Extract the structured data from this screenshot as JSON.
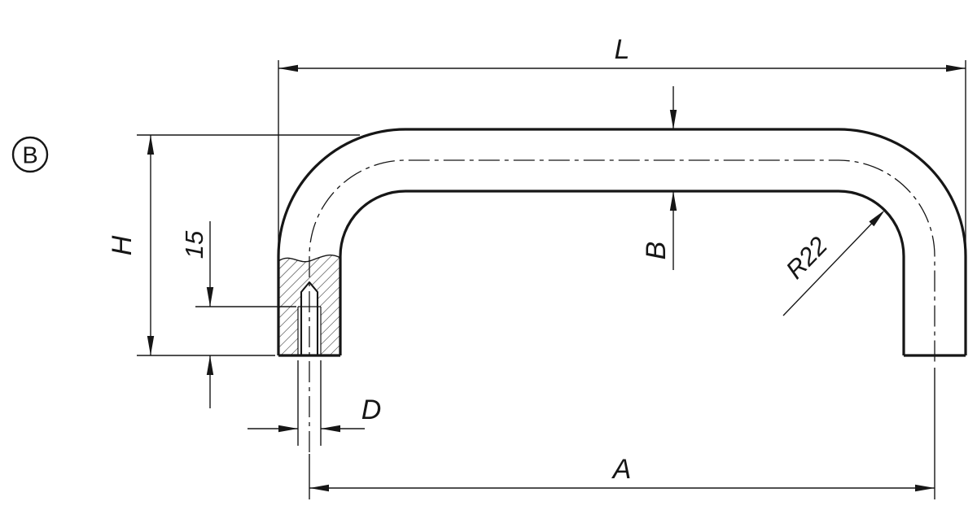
{
  "drawing": {
    "view_label": "B",
    "labels": {
      "length": "L",
      "height": "H",
      "thread_depth": "15",
      "tube_diameter": "B",
      "bend_radius": "R22",
      "hole_diameter": "D",
      "hole_spacing": "A"
    },
    "colors": {
      "line": "#161616",
      "background": "#ffffff"
    }
  }
}
